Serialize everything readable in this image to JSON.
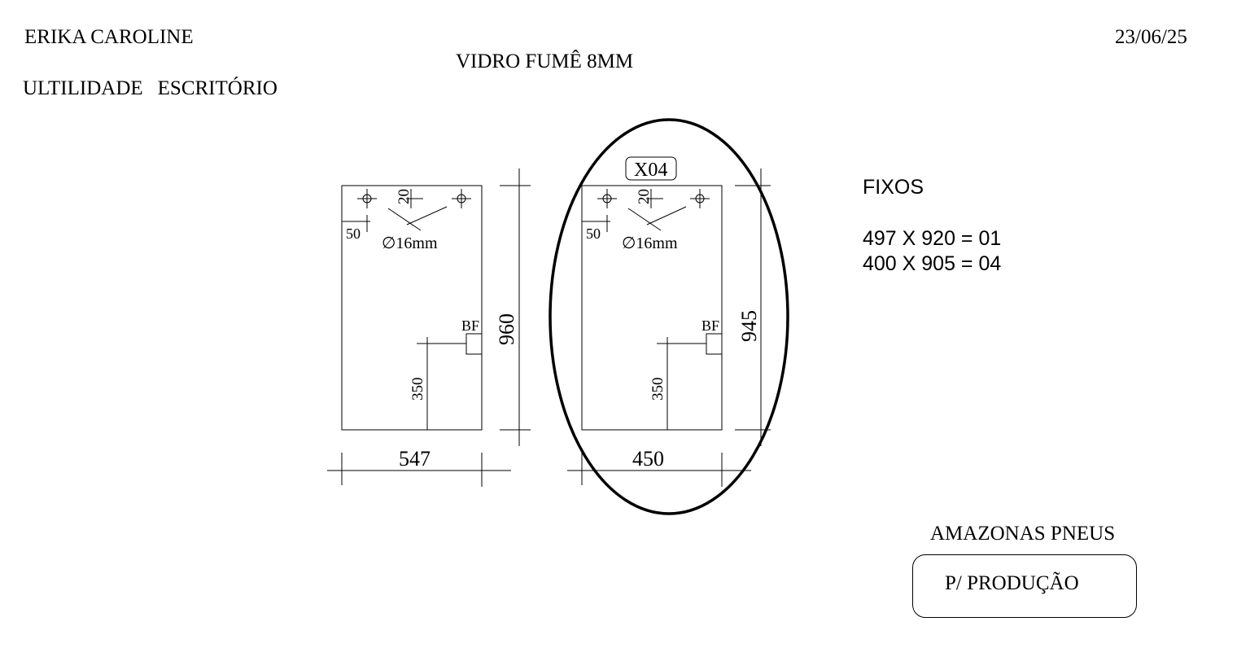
{
  "header": {
    "client": "ERIKA CAROLINE",
    "usage_label": "ULTILIDADE",
    "usage_value": "ESCRITÓRIO",
    "glass_type": "VIDRO FUMÊ 8MM",
    "date": "23/06/25"
  },
  "pieces": {
    "title": "FIXOS",
    "list": [
      "497 X 920 = 01",
      "400 X 905 = 04"
    ]
  },
  "panel_left": {
    "width": "547",
    "height": "960",
    "edge_offset": "50",
    "hole_offset": "20",
    "hole_diameter": "∅16mm",
    "bf_label": "BF",
    "bf_height": "350"
  },
  "panel_right": {
    "width": "450",
    "height": "945",
    "edge_offset": "50",
    "hole_offset": "20",
    "hole_diameter": "∅16mm",
    "bf_label": "BF",
    "bf_height": "350",
    "quantity_tag": "X04"
  },
  "footer": {
    "company": "AMAZONAS PNEUS",
    "stamp": "P/ PRODUÇÃO"
  }
}
